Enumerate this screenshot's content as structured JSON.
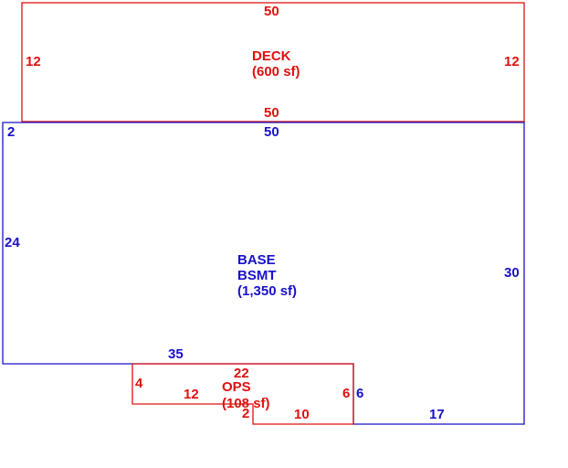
{
  "colors": {
    "deck": "#e01010",
    "base": "#1a10c8",
    "ops": "#e01010"
  },
  "deck": {
    "name": "DECK",
    "area": "(600 sf)",
    "top": "50",
    "left": "12",
    "right": "12",
    "bottom": "50"
  },
  "base": {
    "name_1": "BASE",
    "name_2": "BSMT",
    "area": "(1,350 sf)",
    "top": "50",
    "top_left": "2",
    "left": "24",
    "right": "30",
    "bottom_left": "35",
    "notch_right": "6",
    "bottom_right": "17"
  },
  "ops": {
    "name": "OPS",
    "area": "(108 sf)",
    "top": "22",
    "left": "4",
    "bottom_left": "12",
    "step": "2",
    "bottom": "10",
    "right": "6"
  }
}
